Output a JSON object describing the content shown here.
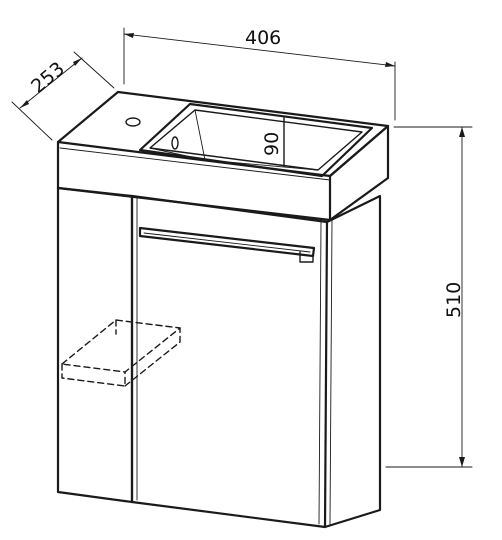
{
  "dimensions": {
    "width": "406",
    "depth": "253",
    "height": "510",
    "basin_depth": "90"
  }
}
